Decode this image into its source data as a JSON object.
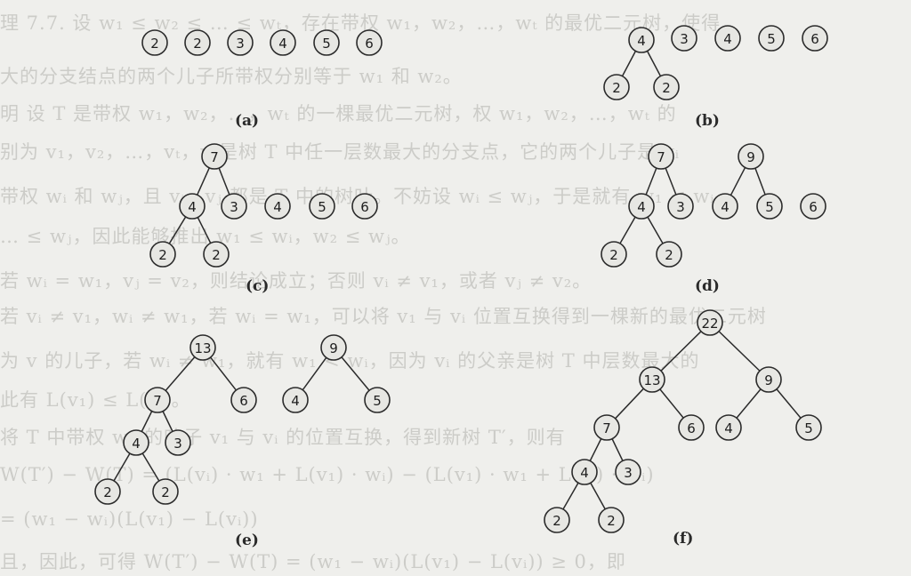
{
  "background_text": [
    "理 7.7. 设 w₁ ≤ w₂ ≤ … ≤ wₜ，存在带权 w₁，w₂，…，wₜ 的最优二元树，使得",
    "大的分支结点的两个儿子所带权分别等于 w₁ 和 w₂。",
    "明  设 T 是带权 w₁，w₂，…，wₜ 的一棵最优二元树，权 w₁，w₂，…，wₜ 的",
    "别为 v₁，v₂，…，vₜ，v 是树 T 中任一层数最大的分支点，它的两个儿子是 vᵢ",
    "带权 wᵢ 和 wⱼ，且 vᵢ，vⱼ 都是 T 中的树叶。不妨设 wᵢ ≤ wⱼ，于是就有 w₁ ≤ wᵢ，",
    "… ≤ wⱼ，因此能够推出 w₁ ≤ wᵢ，w₂ ≤ wⱼ。",
    "若 wᵢ = w₁，vⱼ = v₂，则结论成立；否则 vᵢ ≠ v₁，或者 vⱼ ≠ v₂。",
    "若 vᵢ ≠ v₁，wᵢ ≠ w₁，若 wᵢ = w₁，可以将 v₁ 与 vᵢ 位置互换得到一棵新的最优二元树",
    "为 v 的儿子，若 wᵢ ≠ w₁，就有 w₁ < wᵢ，因为 vᵢ 的父亲是树 T 中层数最大的",
    "此有 L(v₁) ≤ L(vᵢ)。",
    "将 T 中带权 w₁ 的叶子 v₁ 与 vᵢ 的位置互换，得到新树 T′，则有",
    "W(T′) − W(T) = (L(vᵢ) · w₁ + L(v₁) · wᵢ) − (L(v₁) · w₁ + L(vᵢ) · wᵢ)",
    "= (w₁ − wᵢ)(L(v₁) − L(vᵢ))",
    "且，因此，可得 W(T′) − W(T) = (w₁ − wᵢ)(L(v₁) − L(vᵢ)) ≥ 0，即"
  ],
  "panels": [
    {
      "label": "(a)",
      "nodes": [
        "2",
        "2",
        "3",
        "4",
        "5",
        "6"
      ],
      "edges": []
    },
    {
      "label": "(b)",
      "nodes": [
        "4",
        "2",
        "2",
        "3",
        "4",
        "5",
        "6"
      ],
      "edges": [
        [
          0,
          1
        ],
        [
          0,
          2
        ]
      ]
    },
    {
      "label": "(c)",
      "nodes": [
        "7",
        "4",
        "2",
        "2",
        "3",
        "4",
        "5",
        "6"
      ],
      "edges": [
        [
          0,
          1
        ],
        [
          0,
          4
        ],
        [
          1,
          2
        ],
        [
          1,
          3
        ]
      ]
    },
    {
      "label": "(d)",
      "nodes": [
        "7",
        "4",
        "2",
        "2",
        "3",
        "9",
        "4",
        "5",
        "6"
      ],
      "edges": [
        [
          0,
          1
        ],
        [
          0,
          4
        ],
        [
          1,
          2
        ],
        [
          1,
          3
        ],
        [
          5,
          6
        ],
        [
          5,
          7
        ]
      ]
    },
    {
      "label": "(e)",
      "nodes": [
        "13",
        "7",
        "4",
        "2",
        "2",
        "3",
        "6",
        "9",
        "4",
        "5"
      ],
      "edges": [
        [
          0,
          1
        ],
        [
          0,
          6
        ],
        [
          1,
          2
        ],
        [
          1,
          5
        ],
        [
          2,
          3
        ],
        [
          2,
          4
        ],
        [
          7,
          8
        ],
        [
          7,
          9
        ]
      ]
    },
    {
      "label": "(f)",
      "nodes": [
        "22",
        "13",
        "9",
        "7",
        "6",
        "4",
        "5",
        "4",
        "3",
        "2",
        "2"
      ],
      "edges": [
        [
          0,
          1
        ],
        [
          0,
          2
        ],
        [
          1,
          3
        ],
        [
          1,
          4
        ],
        [
          2,
          5
        ],
        [
          2,
          6
        ],
        [
          3,
          7
        ],
        [
          3,
          8
        ],
        [
          7,
          9
        ],
        [
          7,
          10
        ]
      ]
    }
  ]
}
